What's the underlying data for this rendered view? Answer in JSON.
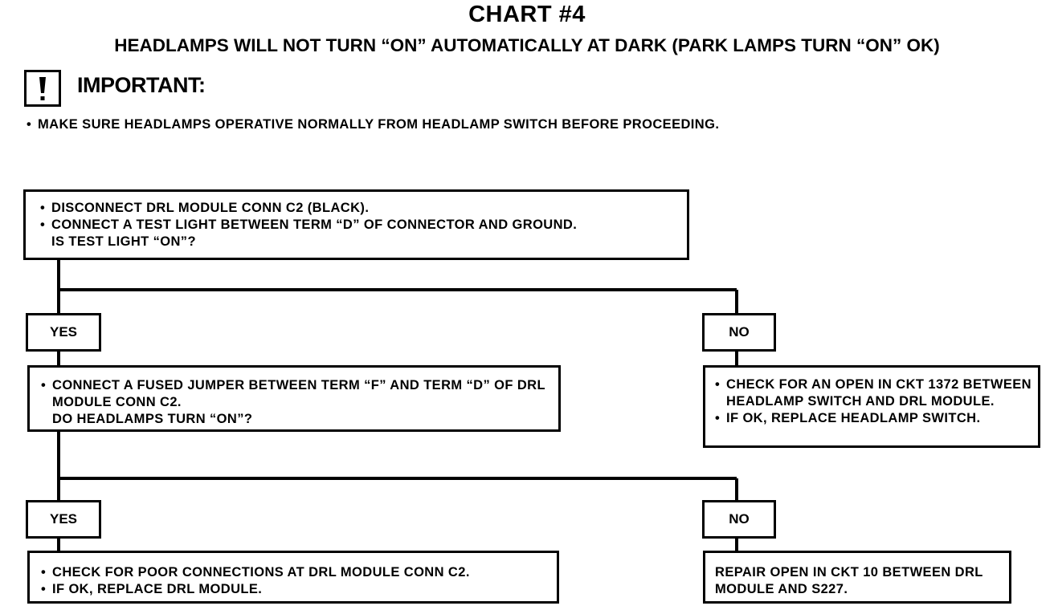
{
  "title": "CHART #4",
  "subtitle": "HEADLAMPS WILL NOT TURN “ON” AUTOMATICALLY AT DARK (PARK LAMPS TURN “ON” OK)",
  "important": {
    "icon": "exclamation-icon",
    "label": "IMPORTANT:",
    "notes": [
      "MAKE SURE HEADLAMPS OPERATIVE NORMALLY FROM HEADLAMP SWITCH BEFORE PROCEEDING."
    ]
  },
  "step1": {
    "bullets": [
      "DISCONNECT DRL MODULE CONN C2 (BLACK).",
      "CONNECT A TEST LIGHT BETWEEN TERM “D” OF CONNECTOR AND GROUND."
    ],
    "question": "IS TEST LIGHT “ON”?"
  },
  "branch1": {
    "yes_label": "YES",
    "no_label": "NO"
  },
  "step2_yes": {
    "bullets": [
      "CONNECT A FUSED JUMPER BETWEEN TERM “F” AND TERM “D” OF DRL MODULE CONN C2."
    ],
    "question": "DO HEADLAMPS TURN  “ON”?"
  },
  "step2_no": {
    "bullets": [
      "CHECK FOR AN OPEN IN CKT 1372 BETWEEN HEADLAMP SWITCH AND DRL MODULE.",
      "IF OK, REPLACE HEADLAMP SWITCH."
    ]
  },
  "branch2": {
    "yes_label": "YES",
    "no_label": "NO"
  },
  "step3_yes": {
    "bullets": [
      "CHECK FOR POOR CONNECTIONS AT DRL MODULE CONN C2.",
      "IF OK, REPLACE DRL MODULE."
    ]
  },
  "step3_no": {
    "text": "REPAIR OPEN IN CKT 10 BETWEEN DRL MODULE AND S227."
  }
}
